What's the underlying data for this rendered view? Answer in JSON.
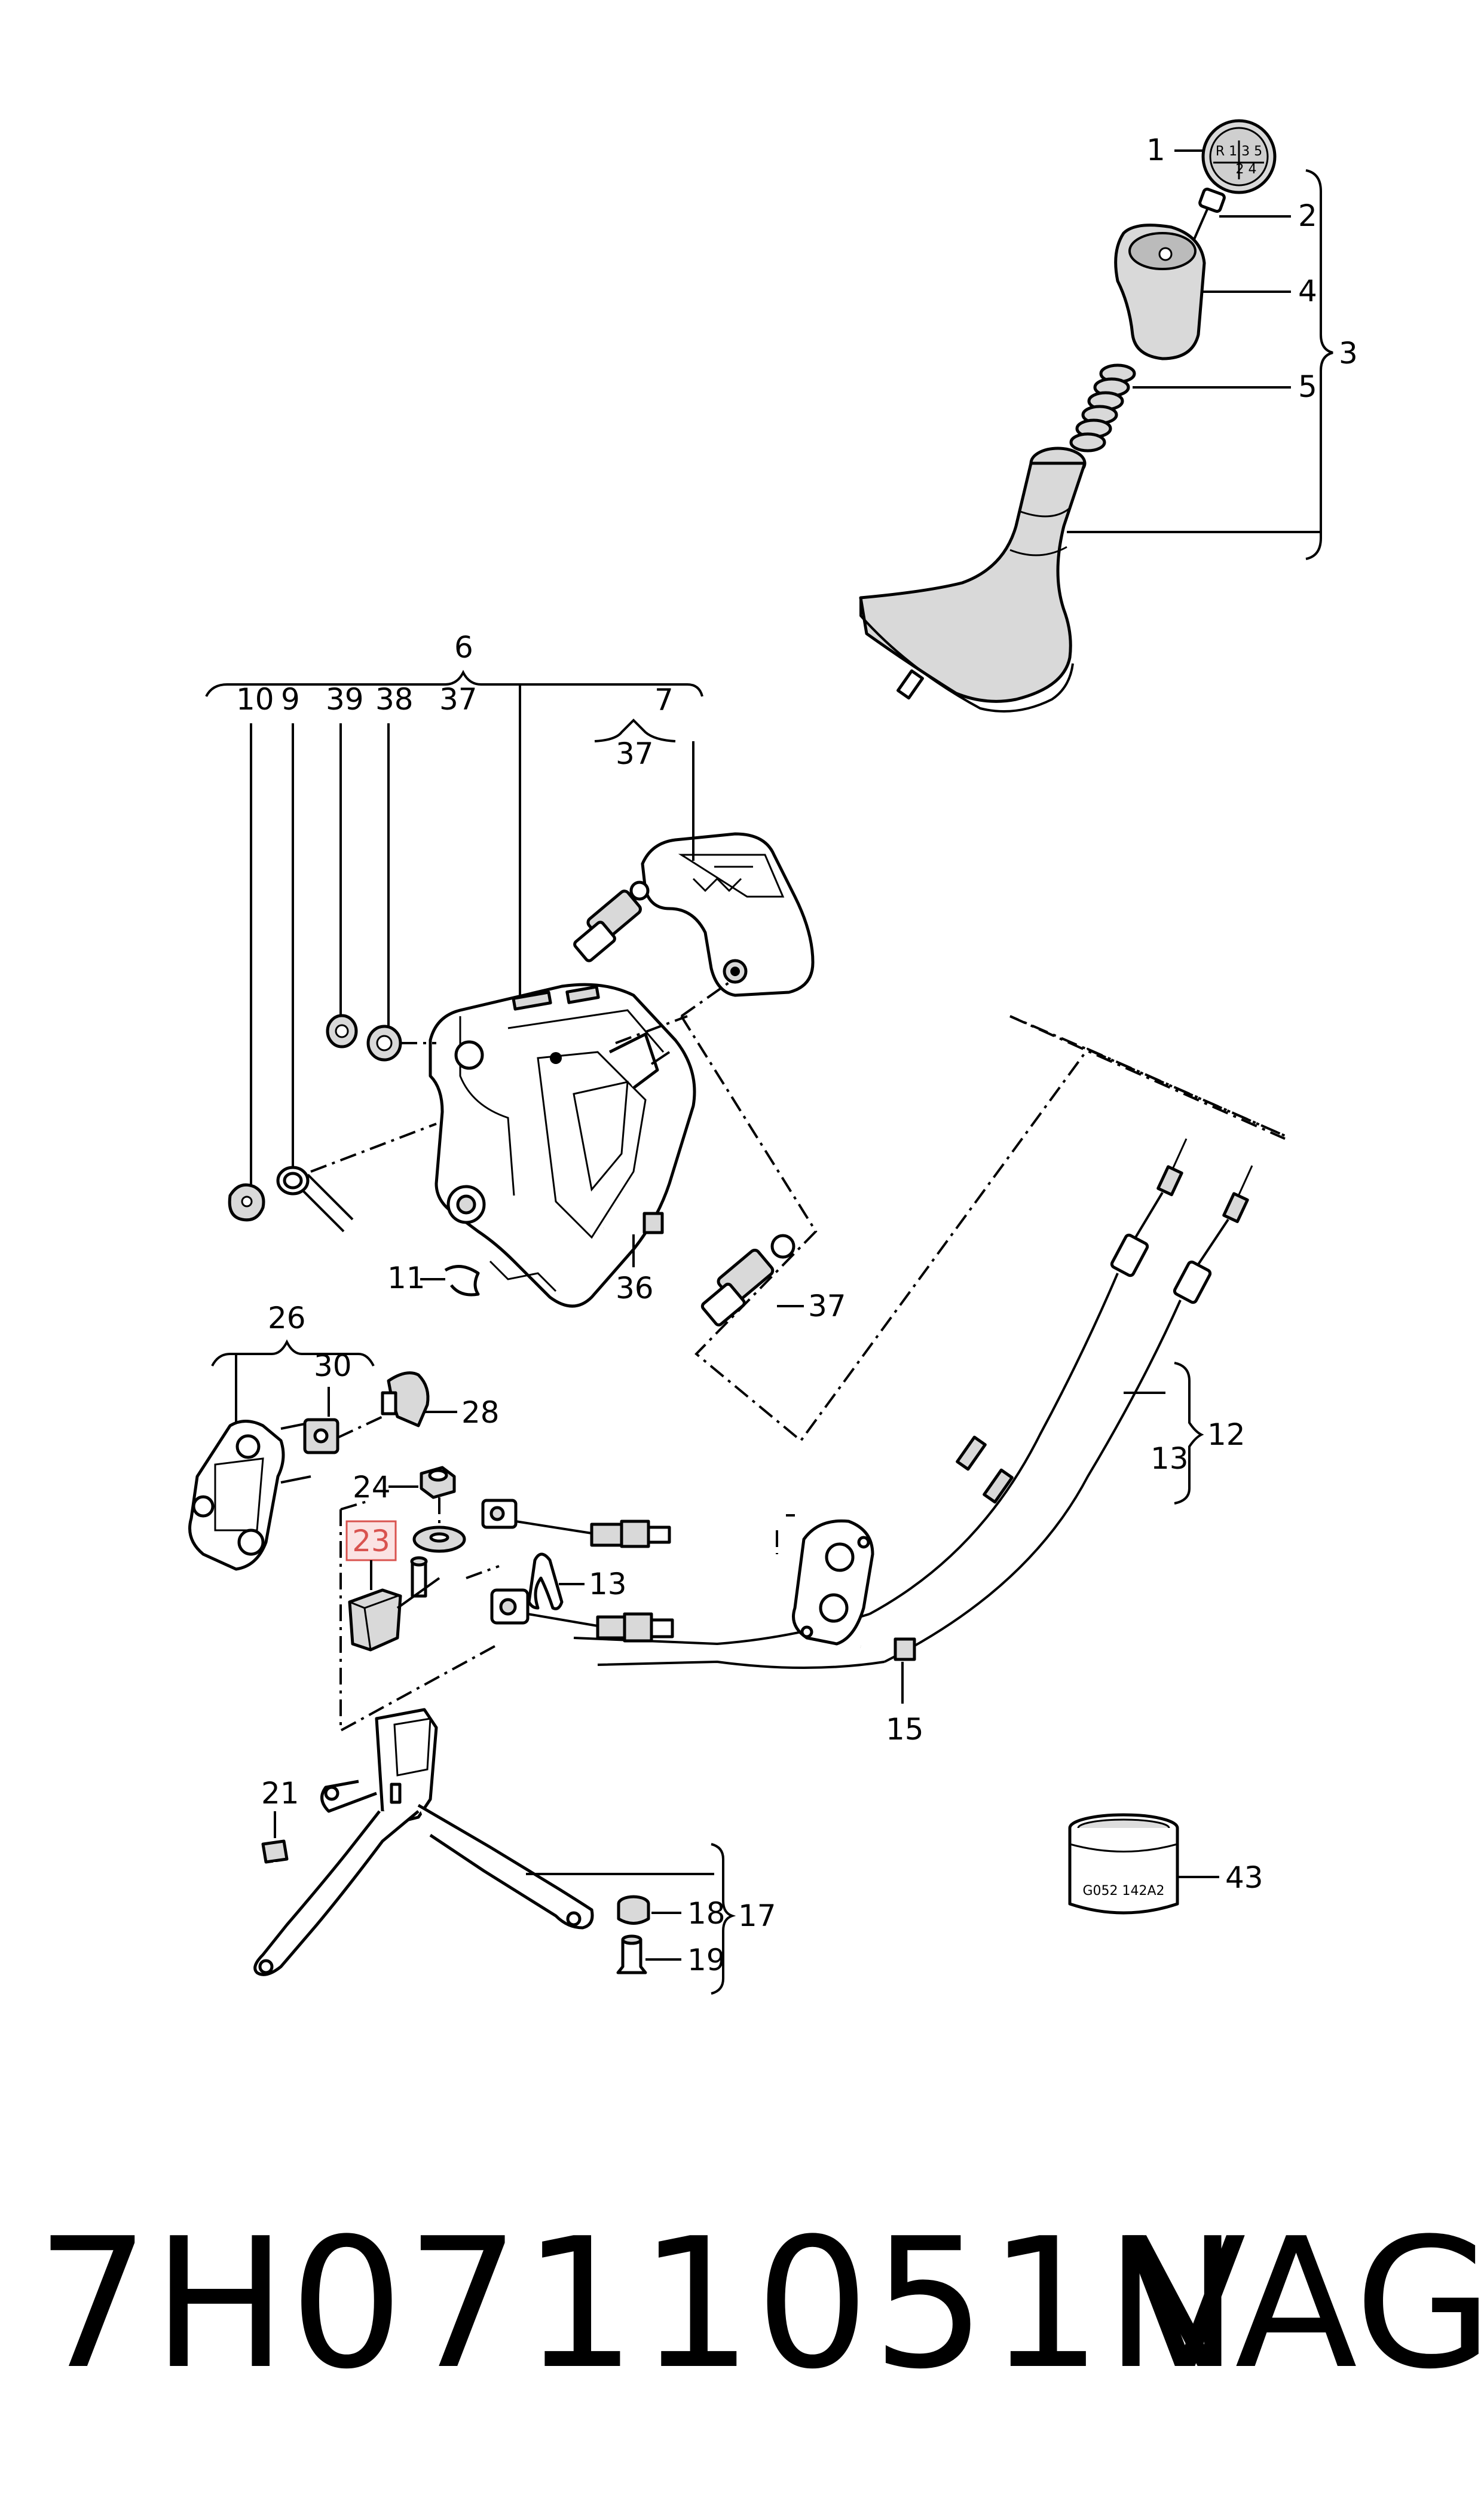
{
  "diagram": {
    "callouts": {
      "c1": "1",
      "c2": "2",
      "c3": "3",
      "c4": "4",
      "c5": "5",
      "c6": "6",
      "c7": "7",
      "c7_37": "37",
      "c10": "10",
      "c9": "9",
      "c39": "39",
      "c38": "38",
      "c6_37": "37",
      "c11": "11",
      "c36": "36",
      "c37": "37",
      "c26": "26",
      "c30": "30",
      "c28": "28",
      "c24": "24",
      "c23": "23",
      "c13a": "13",
      "c13b": "13",
      "c12": "12",
      "c15": "15",
      "c21": "21",
      "c18": "18",
      "c17": "17",
      "c19": "19",
      "c43": "43"
    },
    "knob_pattern_top": "R 1 3 5",
    "knob_pattern_bottom": "2 4",
    "sleeve_marking": "G052 142A2",
    "highlight_color": "#d9534f"
  },
  "footer": {
    "part_number": "7H0711051N",
    "brand": "VAG"
  }
}
